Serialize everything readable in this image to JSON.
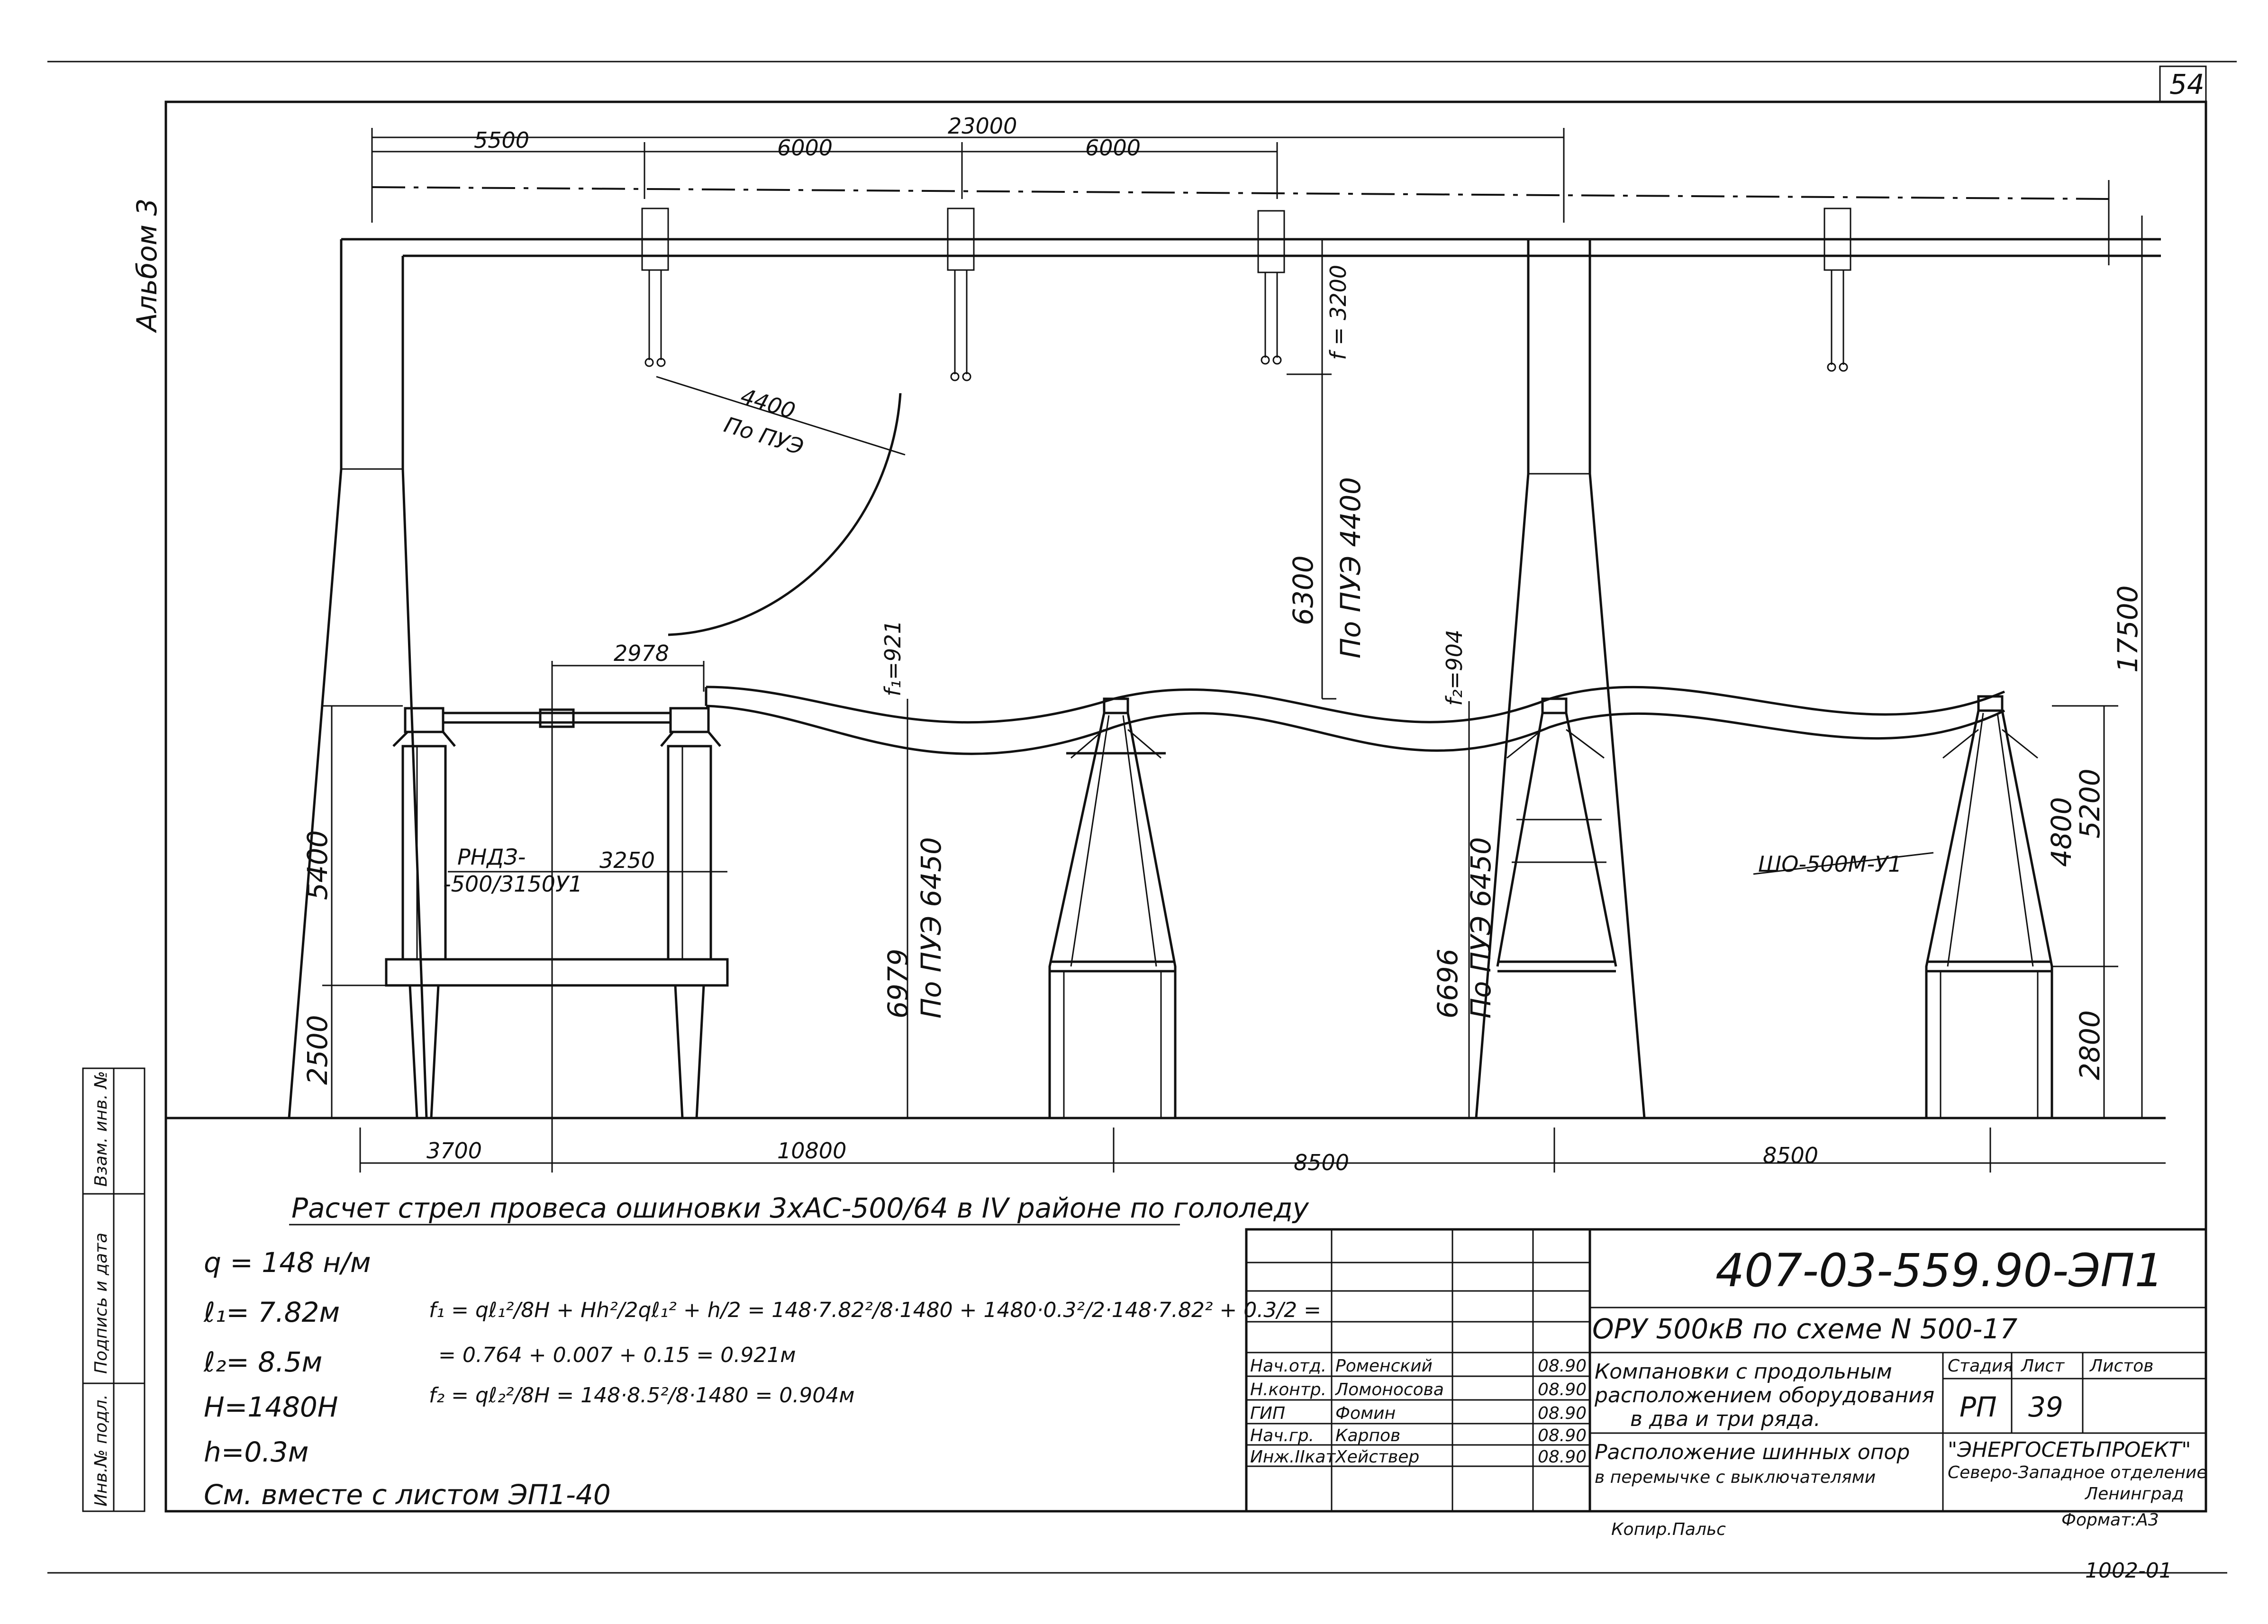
{
  "sheet_number": "54",
  "album_label": "Альбом 3",
  "dimensions": {
    "total_top": "23000",
    "top_5500": "5500",
    "top_6000_a": "6000",
    "top_6000_b": "6000",
    "clearance_4400": "4400",
    "pue_a": "По ПУЭ",
    "sag_f_3200": "f = 3200",
    "dim_6300": "6300",
    "pue_4400": "По ПУЭ 4400",
    "dim_2978": "2978",
    "f1": "f₁=921",
    "f2": "f₂=904",
    "dim_17500": "17500",
    "dim_5400": "5400",
    "dim_2500": "2500",
    "rnd_label_1": "РНДЗ-",
    "rnd_label_2": "-500/3150У1",
    "dim_3250": "3250",
    "dim_6979": "6979",
    "pue_6450_a": "По ПУЭ 6450",
    "dim_6696": "6696",
    "pue_6450_b": "По ПУЭ 6450",
    "sho_label": "ШО-500М-У1",
    "dim_5200": "5200",
    "dim_4800": "4800",
    "dim_2800": "2800",
    "bottom_3700": "3700",
    "bottom_10800": "10800",
    "bottom_8500_a": "8500",
    "bottom_8500_b": "8500"
  },
  "calc": {
    "heading": "Расчет стрел провеса ошиновки 3хАС-500/64 в IV районе по гололеду",
    "q": "q = 148 н/м",
    "l1": "ℓ₁= 7.82м",
    "l2": "ℓ₂= 8.5м",
    "H": "H=1480Н",
    "h": "h=0.3м",
    "note": "См.   вместе   с   листом   ЭП1-40",
    "f1_formula": "f₁ = qℓ₁²/8H + Hh²/2qℓ₁² + h/2 = 148·7.82²/8·1480 + 1480·0.3²/2·148·7.82² + 0.3/2 =",
    "f1_result": "= 0.764 + 0.007 + 0.15 = 0.921м",
    "f2_formula": "f₂ = qℓ₂²/8H = 148·8.5²/8·1480 = 0.904м"
  },
  "title_block": {
    "doc_code": "407-03-559.90-ЭП1",
    "project": "ОРУ 500кВ по схеме N 500-17",
    "title_1": "Компановки с продольным",
    "title_2": "расположением оборудования",
    "title_3": "в два и три ряда.",
    "drawing_1": "Расположение шинных опор",
    "drawing_2": "в перемычке с выключателями",
    "stage_header": "Стадия",
    "sheet_header": "Лист",
    "sheets_header": "Листов",
    "stage": "РП",
    "sheet": "39",
    "org_1": "\"ЭНЕРГОСЕТЬПРОЕКТ\"",
    "org_2": "Северо-Западное отделение",
    "org_3": "Ленинград",
    "staff": [
      {
        "role": "Нач.отд.",
        "name": "Роменский",
        "date": "08.90"
      },
      {
        "role": "Н.контр.",
        "name": "Ломоносова",
        "date": "08.90"
      },
      {
        "role": "ГИП",
        "name": "Фомин",
        "date": "08.90"
      },
      {
        "role": "Нач.гр.",
        "name": "Карпов",
        "date": "08.90"
      },
      {
        "role": "Инж.IIкат",
        "name": "Хействер",
        "date": "08.90"
      }
    ],
    "copied_by": "Копир.Пальс",
    "format": "Формат:А3",
    "archive": "1002-01"
  },
  "side_stamp": {
    "inv_orig": "Инв.№ подл.",
    "sign_date": "Подпись и дата",
    "inv_swap": "Взам. инв. №"
  }
}
